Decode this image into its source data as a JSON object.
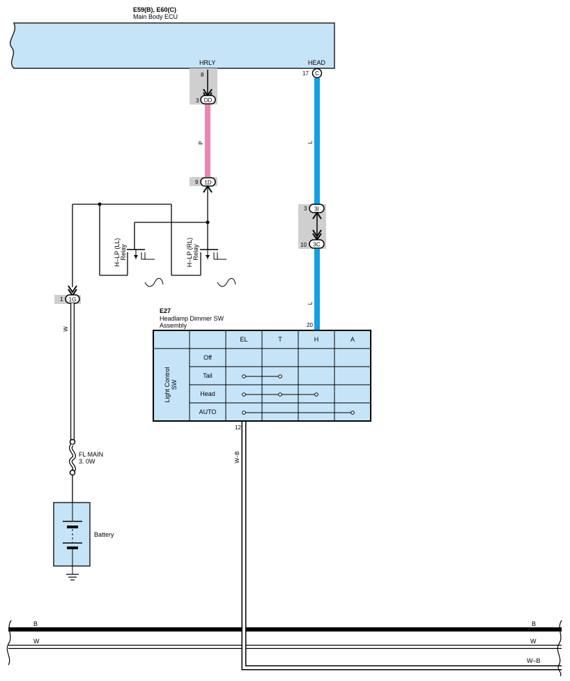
{
  "ecu": {
    "code": "E59(B), E60(C)",
    "name": "Main Body ECU",
    "terminal_hrly": "HRLY",
    "terminal_head": "HEAD",
    "pin_hrly": "8",
    "pin_head": "17",
    "head_connector": "C"
  },
  "connectors": {
    "dd": {
      "pin": "3",
      "id": "DD"
    },
    "d1": {
      "pin": "9",
      "id": "1D"
    },
    "i3": {
      "pin": "3",
      "id": "3I"
    },
    "c3": {
      "pin": "10",
      "id": "3C"
    },
    "g1": {
      "pin": "1",
      "id": "1G"
    }
  },
  "wires": {
    "p": "P",
    "l_upper": "L",
    "l_lower": "L",
    "w": "W",
    "wb": "W–B"
  },
  "relays": {
    "ll_line1": "H–LP (LL)",
    "ll_line2": "Relay",
    "rl_line1": "H–LP (RL)",
    "rl_line2": "Relay"
  },
  "switch": {
    "code": "E27",
    "name_line1": "Headlamp Dimmer SW",
    "name_line2": "Assembly",
    "pin_top": "20",
    "pin_bottom": "12",
    "side_label_line1": "Light Control",
    "side_label_line2": "SW",
    "columns": [
      "EL",
      "T",
      "H",
      "A"
    ],
    "rows": [
      "Off",
      "Tail",
      "Head",
      "AUTO"
    ]
  },
  "fuse": {
    "name": "FL MAIN",
    "rating": "3. 0W"
  },
  "battery": {
    "label": "Battery"
  },
  "bus": {
    "b_left": "B",
    "b_right": "B",
    "w_left": "W",
    "w_right": "W",
    "wb_right": "W–B"
  },
  "colors": {
    "ecu_fill": "#c6e4f7",
    "wire_pink": "#ea86b6",
    "wire_blue": "#13a0e6",
    "connector_shade": "#cfcfcf"
  }
}
